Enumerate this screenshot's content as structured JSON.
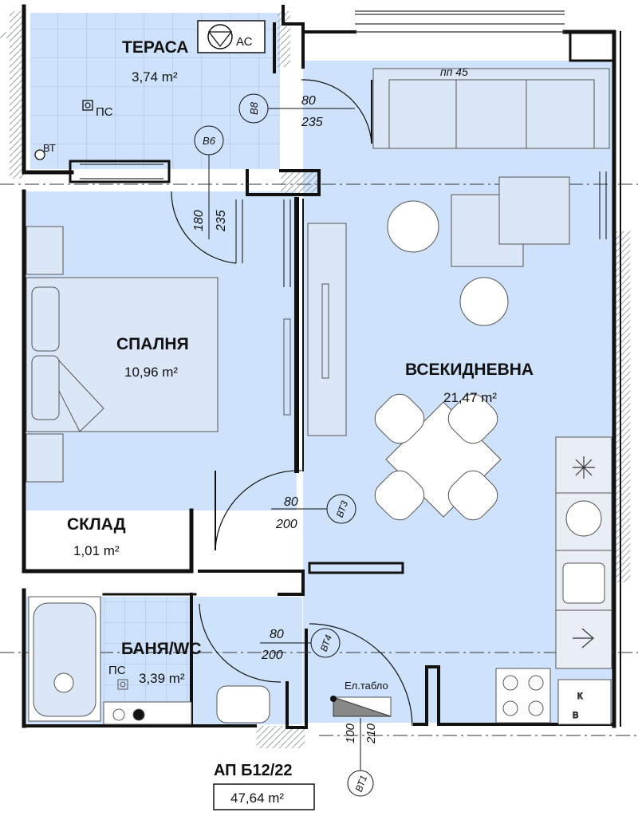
{
  "colors": {
    "room_fill": "#cfe2fb",
    "wall": "#111111",
    "hatch": "#9aa0a6",
    "grid": "#9ab7dc",
    "furniture": "#dbe7f7"
  },
  "rooms": {
    "terrace": {
      "name": "ТЕРАСА",
      "area": "3,74 m²"
    },
    "bedroom": {
      "name": "СПАЛНЯ",
      "area": "10,96 m²"
    },
    "living": {
      "name": "ВСЕКИДНЕВНА",
      "area": "21,47 m²"
    },
    "storage": {
      "name": "СКЛАД",
      "area": "1,01 m²"
    },
    "bathroom": {
      "name": "БАНЯ/WC",
      "area": "3,39 m²"
    }
  },
  "labels": {
    "ac": "АС",
    "ps_terrace": "ПС",
    "ps_bath": "ПС",
    "bt": "ВТ",
    "pp45": "пп 45",
    "el_tablo": "Ел.табло",
    "k": "К",
    "v": "В"
  },
  "doors": {
    "b8": {
      "tag": "В8",
      "w": "80",
      "h": "235"
    },
    "b6": {
      "tag": "В6",
      "w": "180",
      "h": "235"
    },
    "bt3": {
      "tag": "ВТ3",
      "w": "80",
      "h": "200"
    },
    "bt4": {
      "tag": "ВТ4",
      "w": "80",
      "h": "200"
    },
    "bt1": {
      "tag": "ВТ1",
      "w": "100",
      "h": "210"
    }
  },
  "apartment": {
    "code": "АП Б12/22",
    "total_area": "47,64 m²"
  }
}
